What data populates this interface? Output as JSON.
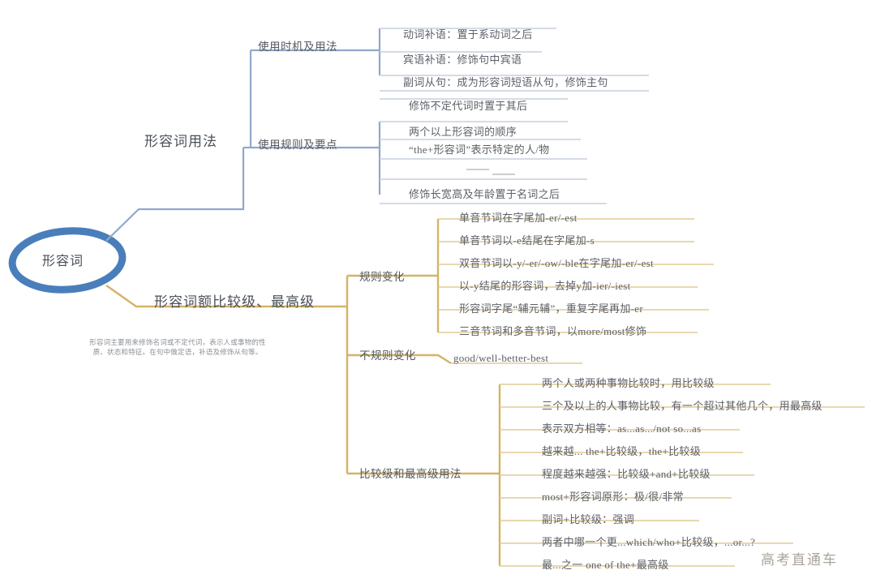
{
  "diagram": {
    "title": "形容词",
    "watermark": "高考直通车",
    "description": "形容词主要用来修饰名词或不定代词，表示人或事物的性质、状态和特征。在句中做定语，补语及修饰从句等。",
    "colors": {
      "blue": "#4a7ebb",
      "blue_light": "#8fa9cc",
      "orange": "#d4b464",
      "orange_light": "#e0cb95",
      "text": "#5a5f66",
      "muted": "#8b8f96",
      "watermark": "#a9a49a"
    }
  },
  "branches": [
    {
      "label": "形容词用法",
      "color": "#8fa9cc",
      "subbranches": [
        {
          "label": "使用时机及用法",
          "leaves": [
            "动词补语：置于系动词之后",
            "宾语补语：修饰句中宾语",
            "副词从句：成为形容词短语从句，修饰主句"
          ]
        },
        {
          "label": "使用规则及要点",
          "leaves": [
            "修饰不定代词时置于其后",
            "两个以上形容词的顺序",
            "“the+形容词”表示特定的人/物",
            "",
            "修饰长宽高及年龄置于名词之后"
          ]
        }
      ]
    },
    {
      "label": "形容词额比较级、最高级",
      "color": "#d4b464",
      "subbranches": [
        {
          "label": "规则变化",
          "leaves": [
            "单音节词在字尾加-er/-est",
            "单音节词以-e结尾在字尾加-s",
            "双音节词以-y/-er/-ow/-ble在字尾加-er/-est",
            "以-y结尾的形容词，去掉y加-ier/-iest",
            "形容词字尾“辅元辅”，重复字尾再加-er",
            "三音节词和多音节词，以more/most修饰"
          ]
        },
        {
          "label": "不规则变化",
          "leaves": [
            "good/well-better-best"
          ]
        },
        {
          "label": "比较级和最高级用法",
          "leaves": [
            "两个人或两种事物比较时，用比较级",
            "三个及以上的人事物比较，有一个超过其他几个，用最高级",
            "表示双方相等：as...as.../not so...as",
            "越来越... the+比较级，the+比较级",
            "程度越来越强：比较级+and+比较级",
            "most+形容词原形：极/很/非常",
            "副词+比较级：强调",
            "两者中哪一个更...which/who+比较级，...or...?",
            "最...之一 one of the+最高级"
          ]
        }
      ]
    }
  ]
}
